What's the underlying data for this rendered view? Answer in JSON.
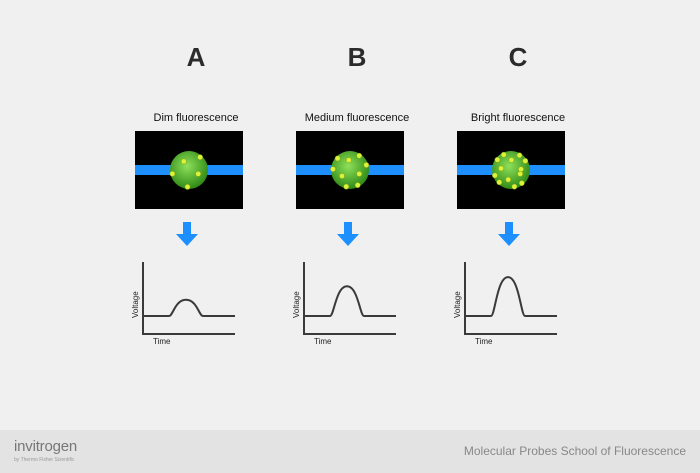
{
  "panels": [
    {
      "letter": "A",
      "caption": "Dim fluorescence",
      "bead_count": 5,
      "peak_fraction": 0.3
    },
    {
      "letter": "B",
      "caption": "Medium fluorescence",
      "bead_count": 9,
      "peak_fraction": 0.55
    },
    {
      "letter": "C",
      "caption": "Bright fluorescence",
      "bead_count": 13,
      "peak_fraction": 0.72
    }
  ],
  "axes": {
    "x_label": "Time",
    "y_label": "Voltage"
  },
  "footer": {
    "brand": "invitrogen",
    "brand_sub": "by Thermo Fisher Scientific",
    "title": "Molecular Probes School of Fluorescence"
  },
  "colors": {
    "laser_beam": "#1e8fff",
    "cell_green": "#58c02a",
    "bead_yellow": "#d9f23a",
    "arrow_blue": "#1e8fff",
    "plot_line": "#3a3a3a"
  }
}
